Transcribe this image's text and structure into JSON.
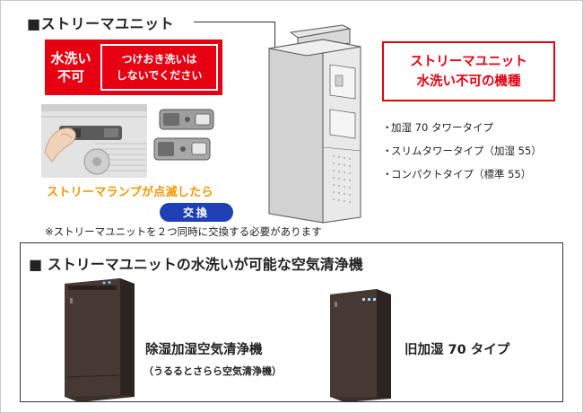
{
  "top": {
    "section_title": "■ストリーマユニット",
    "warning": {
      "left_line1": "水洗い",
      "left_line2": "不可",
      "right_line1": "つけおき洗いは",
      "right_line2": "しないでください"
    },
    "lamp_text": "ストリーマランプが点滅したら",
    "exchange_label": "交換",
    "note": "※ストリーマユニットを２つ同時に交換する必要があります",
    "red_box": {
      "line1": "ストリーマユニット",
      "line2": "水洗い不可の機種"
    },
    "models": [
      "加湿 70 タワータイプ",
      "スリムタワータイプ（加湿 55）",
      "コンパクトタイプ（標準 55）"
    ],
    "bullet": "・"
  },
  "bottom": {
    "section_title": "■ ストリーマユニットの水洗いが可能な空気清浄機",
    "product_1": {
      "label": "除湿加湿空気清浄機",
      "sub": "（うるるとさらら空気清浄機）"
    },
    "product_2": {
      "label": "旧加湿 70 タイプ"
    }
  },
  "colors": {
    "warning_red": "#e60012",
    "lamp_orange": "#f39800",
    "exchange_blue": "#1e3fb6",
    "product_brown": "#3b2f2b"
  }
}
